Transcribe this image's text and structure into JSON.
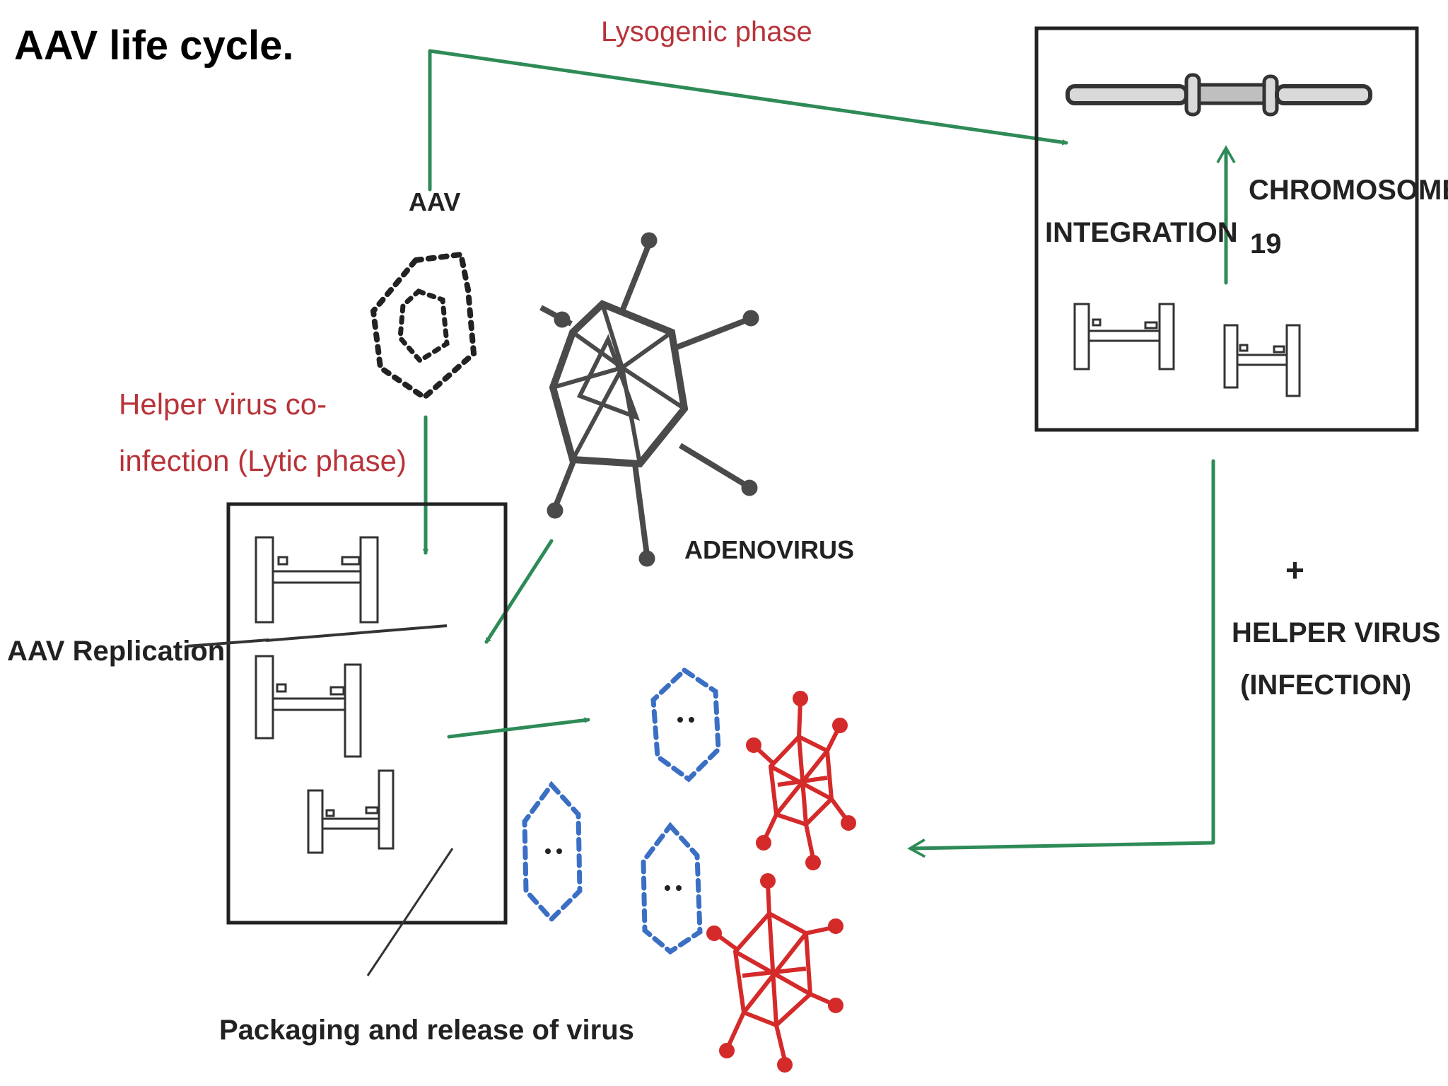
{
  "title": "AAV life cycle.",
  "labels": {
    "lysogenic_phase": "Lysogenic phase",
    "aav": "AAV",
    "helper_coinfection_line1": "Helper virus co-",
    "helper_coinfection_line2": "infection (Lytic phase)",
    "adenovirus": "ADENOVIRUS",
    "integration": "INTEGRATION",
    "chromosome_line1": "CHROMOSOME",
    "chromosome_line2": "19",
    "plus": "+",
    "helper_virus_line1": "HELPER VIRUS",
    "helper_virus_line2": "(INFECTION)",
    "aav_replication": "AAV Replication",
    "packaging": "Packaging and release of virus"
  },
  "colors": {
    "arrow": "#2e8b57",
    "red_text": "#b8333a",
    "aav_particle": "#3a6fc4",
    "adenovirus_progeny": "#d42a2a",
    "ink": "#333333"
  }
}
